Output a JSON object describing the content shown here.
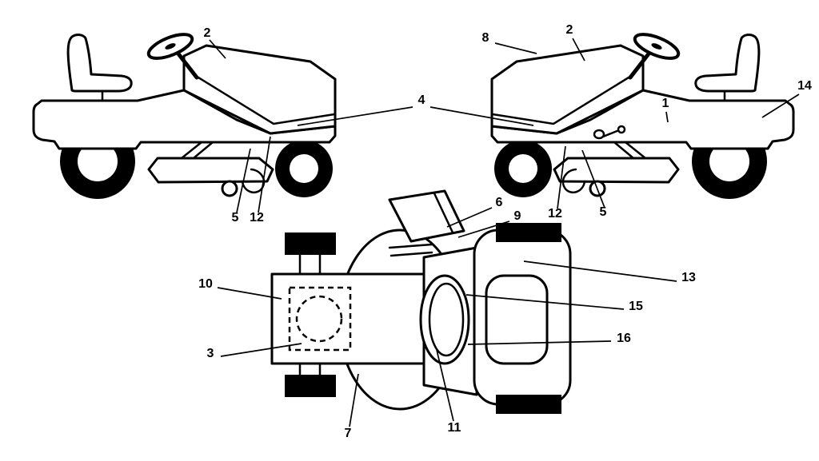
{
  "callouts": {
    "left_2": "2",
    "left_5": "5",
    "left_12": "12",
    "center_4": "4",
    "right_8": "8",
    "right_2": "2",
    "right_1": "1",
    "right_14": "14",
    "right_12": "12",
    "right_5": "5",
    "top_6": "6",
    "top_9": "9",
    "top_10": "10",
    "top_3": "3",
    "top_13": "13",
    "top_15": "15",
    "top_16": "16",
    "top_7": "7",
    "top_11": "11"
  },
  "colors": {
    "line": "#000000",
    "background": "#ffffff"
  }
}
